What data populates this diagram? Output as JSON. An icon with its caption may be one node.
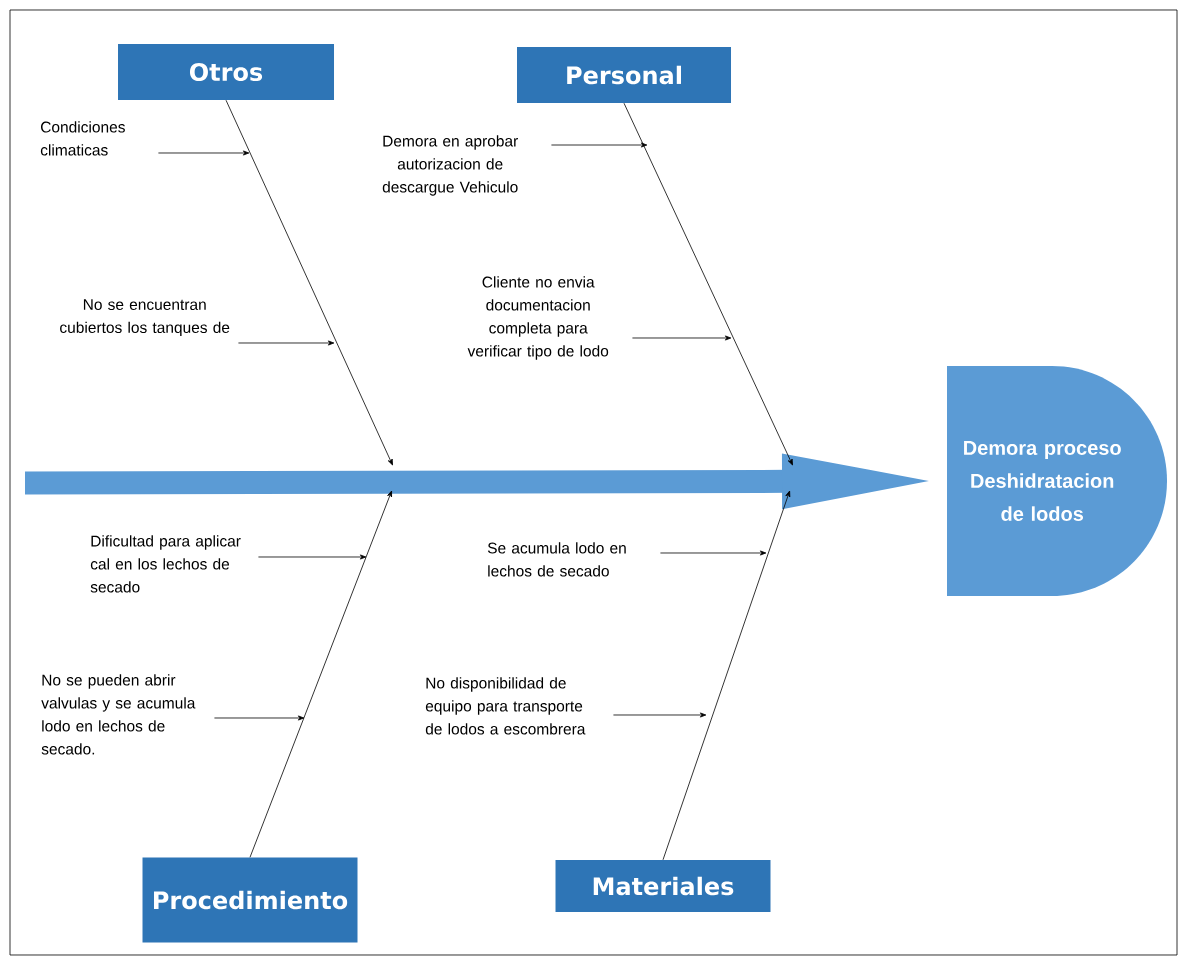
{
  "diagram": {
    "nodes": [
      {
        "text": [
          "Otros"
        ]
      },
      {
        "text": [
          "Personal"
        ]
      },
      {
        "text": [
          "Condiciones climaticas"
        ]
      },
      {
        "text": [
          "Demora en aprobar autorizacion de descargue Vehiculo"
        ]
      },
      {
        "text": [
          "No se encuentran cubiertos los tanques de"
        ]
      },
      {
        "text": [
          "Cliente no envia documentacion completa para verificar tipo de lodo"
        ]
      },
      {
        "text": [
          "Demora proceso Deshidratacion de lodos"
        ]
      },
      {
        "text": [
          "Dificultad para aplicar cal en los lechos de secado"
        ]
      },
      {
        "text": [
          "Se acumula lodo en lechos de secado"
        ]
      },
      {
        "text": [
          "No se pueden abrir valvulas y se acumula lodo en lechos de secado."
        ]
      },
      {
        "text": [
          "No disponibilidad de equipo para transporte de lodos a escombrera"
        ]
      },
      {
        "text": [
          "Procedimiento"
        ]
      },
      {
        "text": [
          "Materiales"
        ]
      }
    ],
    "edges": [
      {
        "from": 0,
        "to": null,
        "arrow": "to"
      },
      {
        "from": 1,
        "to": null,
        "arrow": "to"
      },
      {
        "from": 11,
        "to": null,
        "arrow": "to"
      },
      {
        "from": 12,
        "to": null,
        "arrow": "to"
      },
      {
        "from": null,
        "to": 6,
        "arrow": "to",
        "style": "thick",
        "color": "#5b9bd5"
      },
      {
        "from": 2,
        "to": null,
        "arrow": "to"
      },
      {
        "from": 3,
        "to": null,
        "arrow": "to"
      },
      {
        "from": 4,
        "to": null,
        "arrow": "to"
      },
      {
        "from": 5,
        "to": null,
        "arrow": "to"
      },
      {
        "from": 7,
        "to": null,
        "arrow": "to"
      },
      {
        "from": 8,
        "to": null,
        "arrow": "to"
      },
      {
        "from": 9,
        "to": null,
        "arrow": "to"
      },
      {
        "from": 10,
        "to": null,
        "arrow": "to"
      }
    ]
  }
}
